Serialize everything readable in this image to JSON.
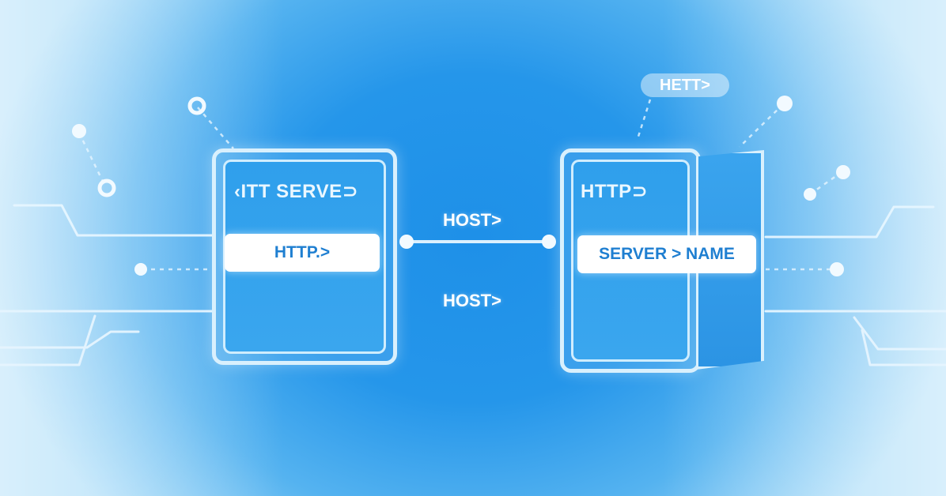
{
  "diagram": {
    "left_panel": {
      "title": "‹ITT SERVE⊃",
      "pill": "HTTP.>"
    },
    "right_panel": {
      "title": "HTTP⊃",
      "pill": "SERVER > NAME"
    },
    "connector": {
      "top_label": "HOST>",
      "bottom_label": "HOST>"
    },
    "floating_tag": "HETT>"
  },
  "colors": {
    "background": "#1e90e8",
    "panel_border": "#d9f0fd",
    "pill_text": "#1f7fd1",
    "line": "#e6f5ff"
  }
}
